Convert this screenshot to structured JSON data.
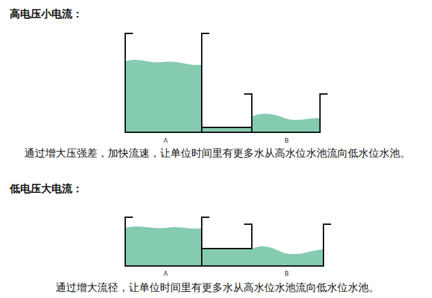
{
  "diagram": {
    "labels": [
      "高电压小电流：",
      "A",
      "B",
      "通过增大压强差，加快流速，让单位时间里有更多水从高水位水池流向低水位水池。",
      "低电压大电流：",
      "A",
      "B",
      "通过增大流径，让单位时间里有更多水从高水位水池流向低水位水池。"
    ]
  }
}
